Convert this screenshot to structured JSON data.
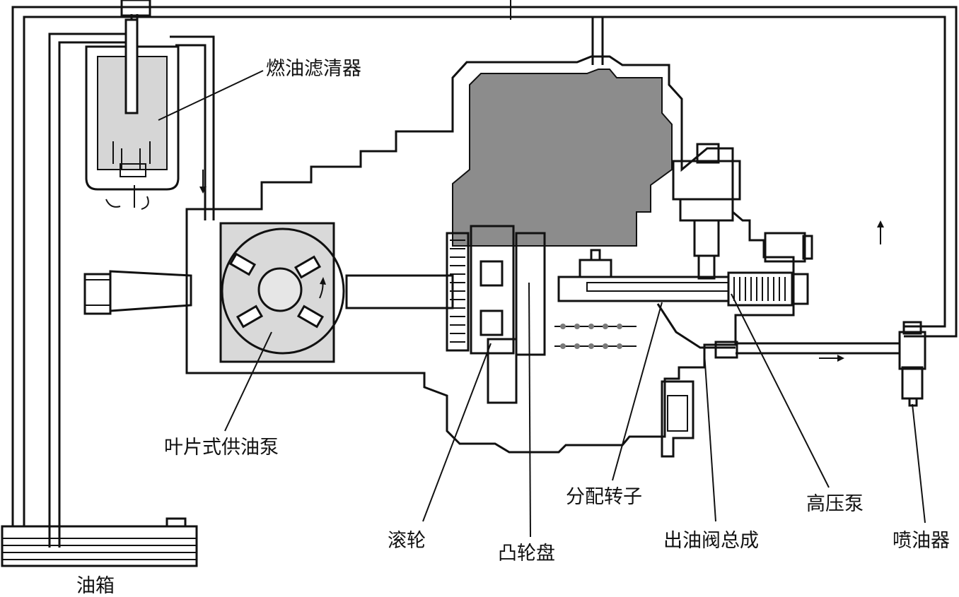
{
  "colors": {
    "ink": "#111111",
    "fill": "#c8c8c8",
    "dark": "#7a7a7a",
    "background": "#ffffff"
  },
  "labels": {
    "fuel_filter": "燃油滤清器",
    "vane_pump": "叶片式供油泵",
    "roller": "滚轮",
    "cam_plate": "凸轮盘",
    "distributor_rotor": "分配转子",
    "delivery_valve": "出油阀总成",
    "high_pressure_pump": "高压泵",
    "injector": "喷油器",
    "fuel_tank": "油箱"
  }
}
